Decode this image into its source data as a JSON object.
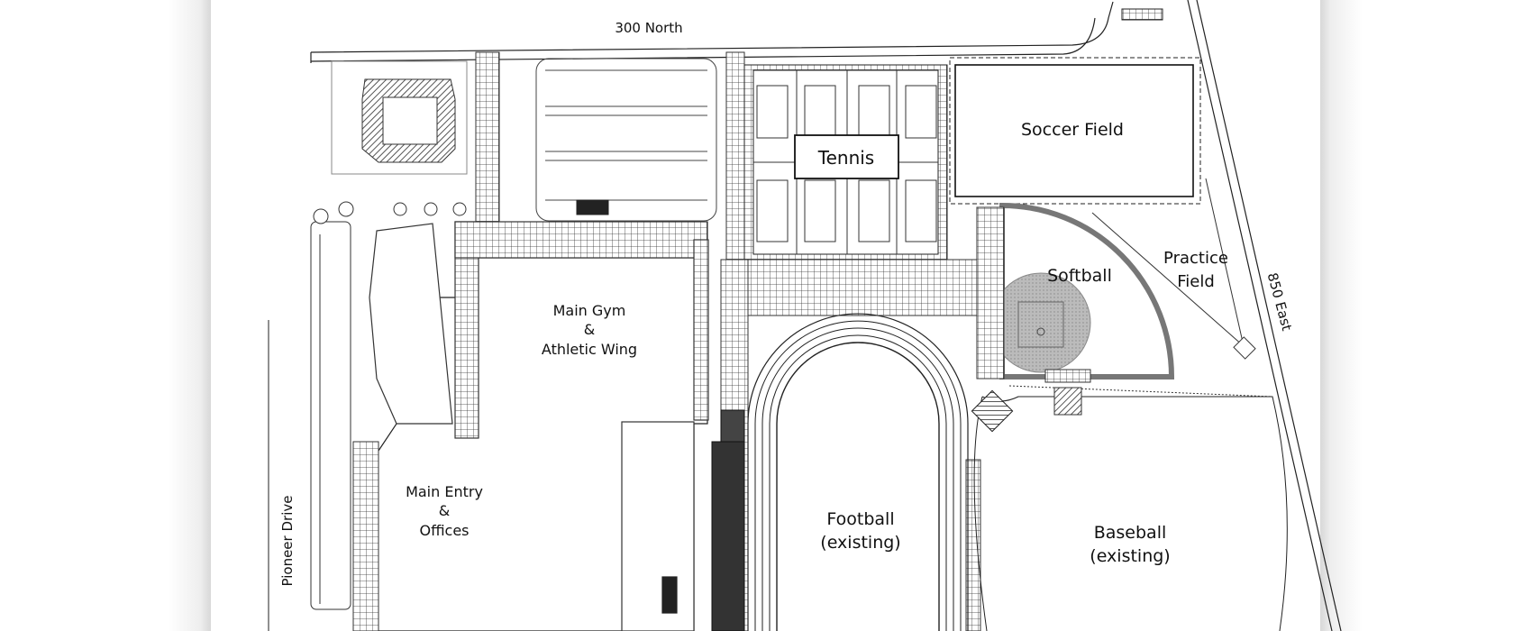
{
  "map": {
    "streets": {
      "north": "300 North",
      "east": "850 East",
      "west": "Pioneer Drive"
    },
    "facilities": {
      "tennis": "Tennis",
      "soccer": "Soccer Field",
      "softball": "Softball",
      "practice_line1": "Practice",
      "practice_line2": "Field",
      "gym_line1": "Main Gym",
      "gym_line2": "&",
      "gym_line3": "Athletic Wing",
      "entry_line1": "Main Entry",
      "entry_line2": "&",
      "entry_line3": "Offices",
      "football_line1": "Football",
      "football_line2": "(existing)",
      "baseball_line1": "Baseball",
      "baseball_line2": "(existing)"
    },
    "colors": {
      "line": "#222222",
      "hatch": "#555555",
      "infield": "#aaaaaa"
    }
  }
}
